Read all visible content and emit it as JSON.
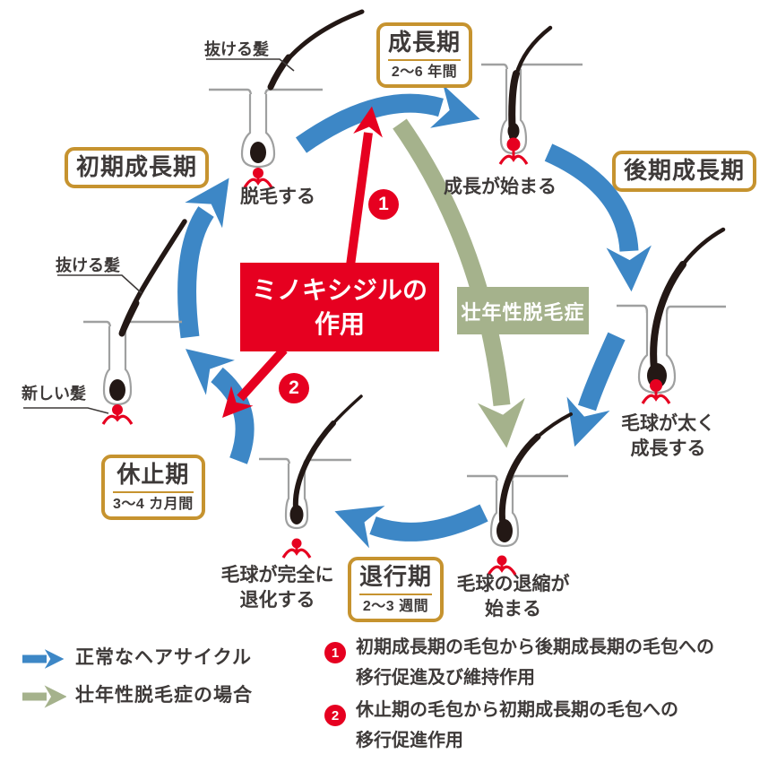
{
  "title": "hair-cycle-minoxidil-diagram",
  "stages": {
    "growth": {
      "label": "成長期",
      "duration": "2〜6 年間"
    },
    "late_growth": {
      "label": "後期成長期"
    },
    "early_growth": {
      "label": "初期成長期"
    },
    "rest": {
      "label": "休止期",
      "duration": "3〜4 カ月間"
    },
    "regression": {
      "label": "退行期",
      "duration": "2〜3 週間"
    }
  },
  "captions": {
    "falling_hair_top": "抜ける髪",
    "falling_hair_left": "抜ける髪",
    "new_hair": "新しい髪",
    "sheds": "脱毛する",
    "growth_begins": "成長が始まる",
    "bulb_thickens": "毛球が太く\n成長する",
    "bulb_shrinks": "毛球の退縮が\n始まる",
    "bulb_degenerates": "毛球が完全に\n退化する"
  },
  "minoxidil_box": "ミノキシジルの\n作用",
  "aga_flow_label": "壮年性脱毛症",
  "badges": {
    "one": "1",
    "two": "2"
  },
  "legend": {
    "normal": "正常なヘアサイクル",
    "aga": "壮年性脱毛症の場合"
  },
  "notes": [
    {
      "num": "1",
      "text": "初期成長期の毛包から後期成長期の毛包への\n移行促進及び維持作用"
    },
    {
      "num": "2",
      "text": "休止期の毛包から初期成長期の毛包への\n移行促進作用"
    }
  ],
  "colors": {
    "cycle_blue": "#3d87c6",
    "aga_green": "#a5b28c",
    "accent_red": "#e60020",
    "box_gold": "#c6932f",
    "text_dark": "#3e3a39",
    "hair_black": "#231815",
    "skin_gray": "#9fa0a0"
  }
}
